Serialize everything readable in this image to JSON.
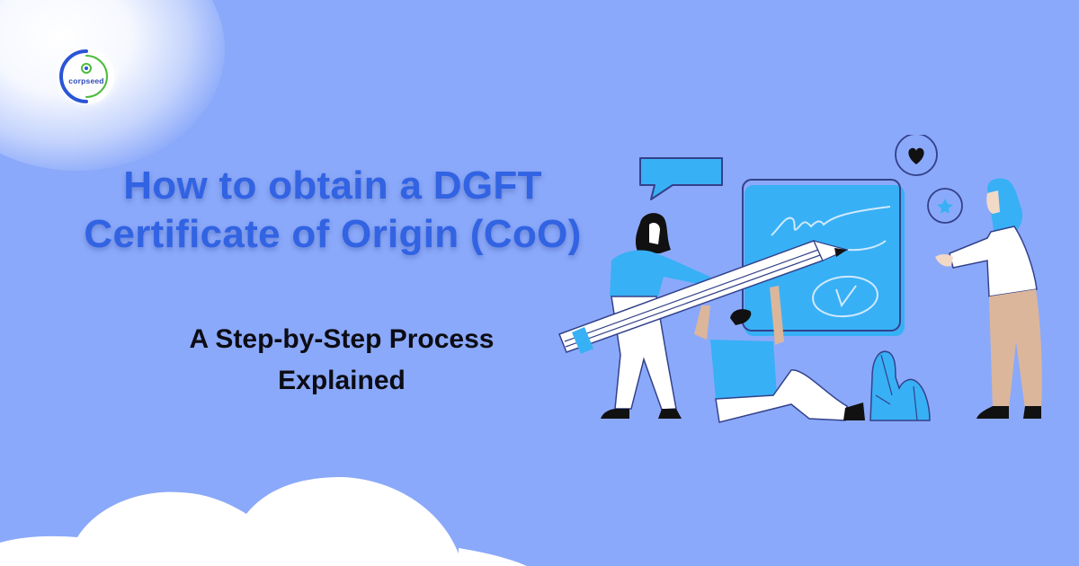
{
  "brand": {
    "logo_text": "corpseed",
    "logo_colors": {
      "blue": "#2b55d6",
      "green": "#4cbb3c"
    }
  },
  "headline": {
    "line1": "How to obtain a DGFT",
    "line2": "Certificate of Origin (CoO)"
  },
  "subheadline": {
    "line1": "A Step-by-Step Process",
    "line2": "Explained"
  },
  "colors": {
    "background": "#8ba9fa",
    "title": "#3163e3",
    "subtitle": "#0c0c14",
    "accent": "#38b0f5"
  },
  "illustration": {
    "icons": [
      "speech-bubble-icon",
      "heart-icon",
      "star-icon",
      "signature-board",
      "checkmark-icon",
      "pencil",
      "plant-icon"
    ]
  }
}
